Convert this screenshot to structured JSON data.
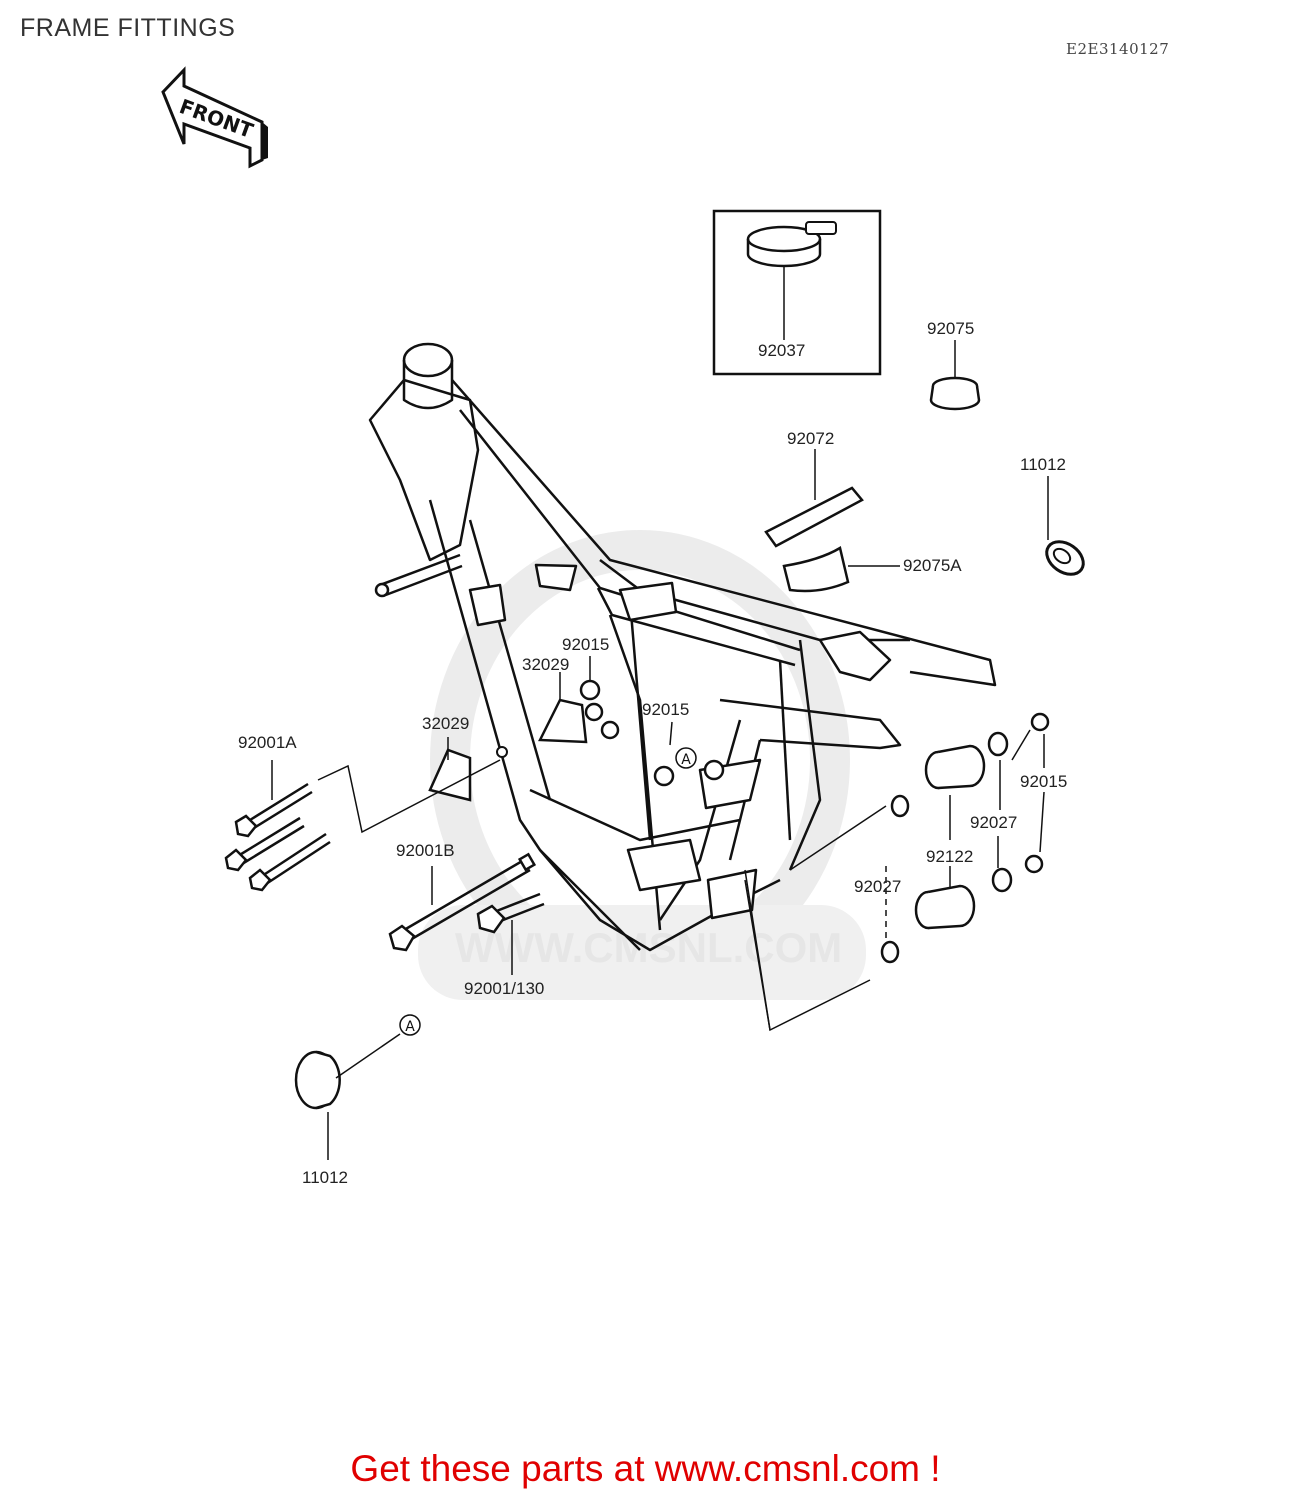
{
  "page": {
    "title": "FRAME FITTINGS",
    "ref_code": "E2E3140127",
    "front_arrow_label": "FRONT",
    "watermark_text": "WWW.CMSNL.COM",
    "footer_text": "Get these parts at www.cmsnl.com !"
  },
  "callout_marker": "A",
  "parts": {
    "p92037": "92037",
    "p92075": "92075",
    "p92072": "92072",
    "p92075A": "92075A",
    "p11012_top": "11012",
    "p92015_a": "92015",
    "p32029_a": "32029",
    "p92015_b": "92015",
    "p92001A": "92001A",
    "p32029_b": "32029",
    "p92015_c": "92015",
    "p92027_a": "92027",
    "p92122": "92122",
    "p92001B": "92001B",
    "p92027_b": "92027",
    "p92001_130": "92001/130",
    "p11012_bottom": "11012"
  },
  "colors": {
    "line": "#1a1a1a",
    "footer": "#e00000",
    "watermark": "#e6e6e6"
  }
}
